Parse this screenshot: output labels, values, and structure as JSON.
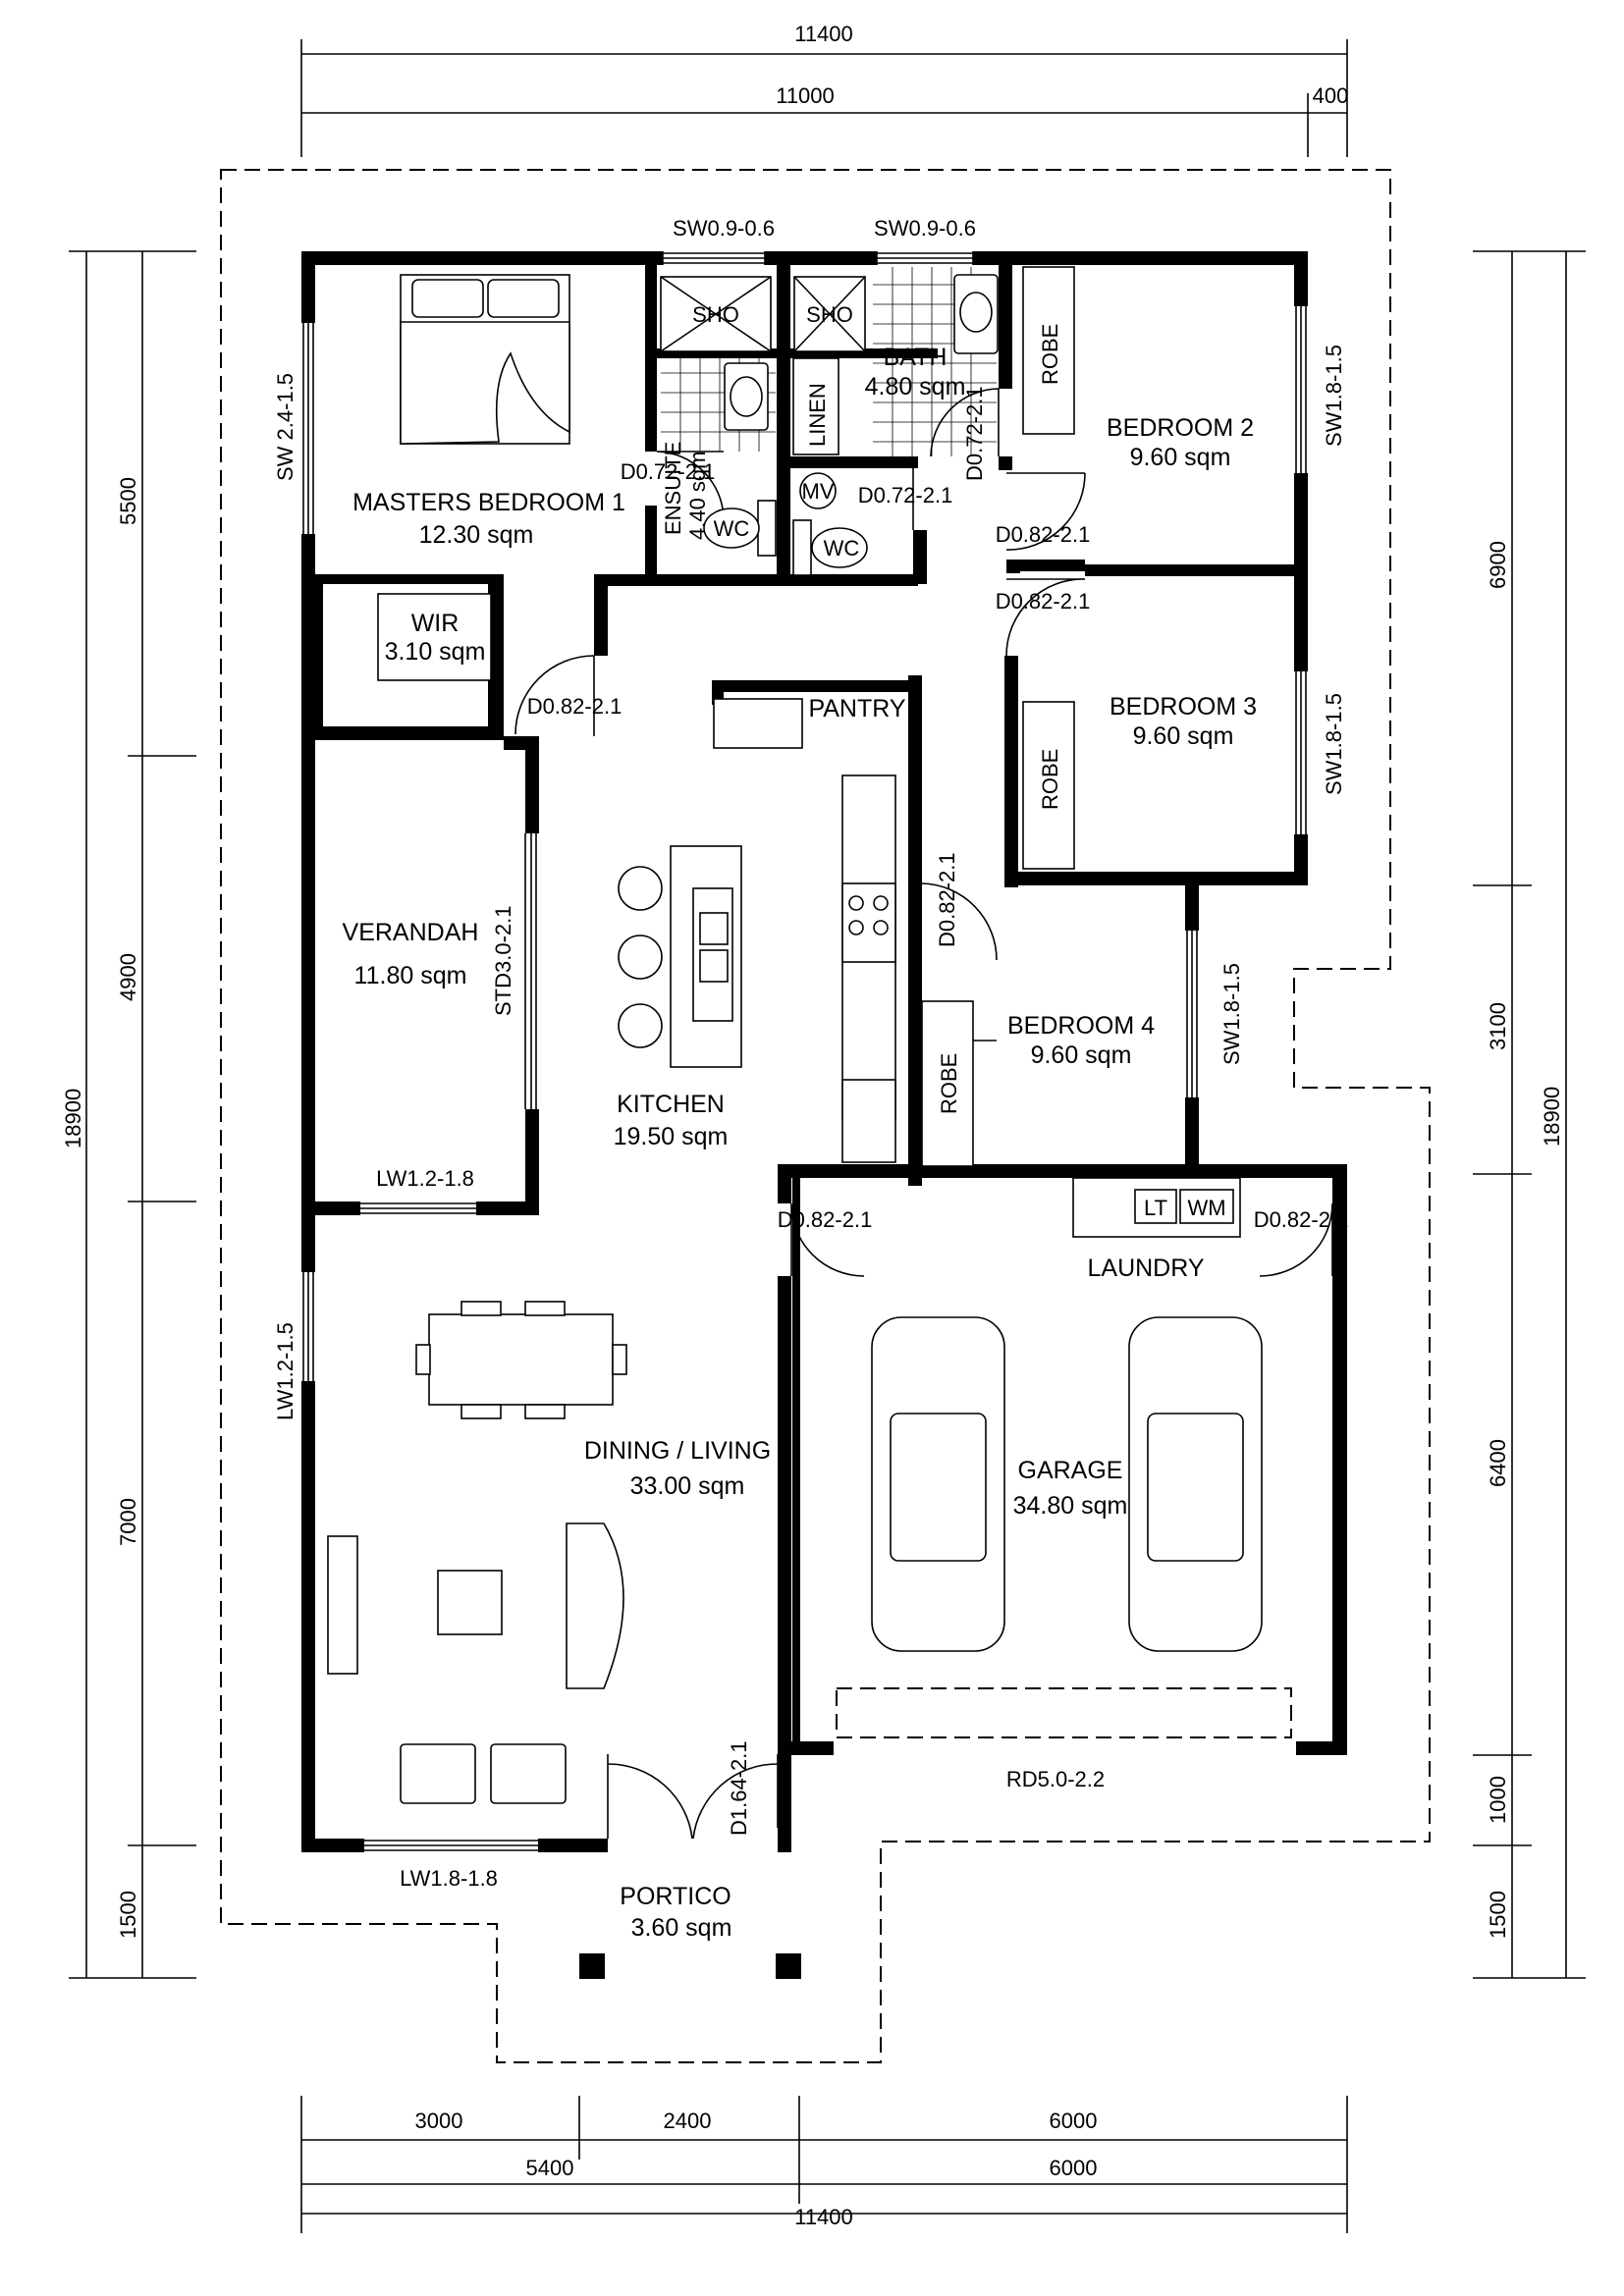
{
  "rooms": {
    "masters_bedroom": {
      "name": "MASTERS BEDROOM 1",
      "area": "12.30  sqm"
    },
    "wir": {
      "name": "WIR",
      "area": "3.10 sqm"
    },
    "ensuite": {
      "name": "ENSUITE",
      "area": "4.40 sqm"
    },
    "bath": {
      "name": "BATH",
      "area": "4.80 sqm"
    },
    "bedroom2": {
      "name": "BEDROOM  2",
      "area": "9.60 sqm"
    },
    "bedroom3": {
      "name": "BEDROOM  3",
      "area": "9.60 sqm"
    },
    "bedroom4": {
      "name": "BEDROOM  4",
      "area": "9.60 sqm"
    },
    "verandah": {
      "name": "VERANDAH",
      "area": "11.80  sqm"
    },
    "kitchen": {
      "name": "KITCHEN",
      "area": "19.50 sqm"
    },
    "pantry": {
      "name": "PANTRY"
    },
    "laundry": {
      "name": "LAUNDRY"
    },
    "dining_living": {
      "name": "DINING / LIVING",
      "area": "33.00 sqm"
    },
    "garage": {
      "name": "GARAGE",
      "area": "34.80 sqm"
    },
    "portico": {
      "name": "PORTICO",
      "area": "3.60 sqm"
    }
  },
  "fixtures": {
    "sho": "SHO",
    "linen": "LINEN",
    "robe": "ROBE",
    "wc": "WC",
    "mv": "MV",
    "lt": "LT",
    "wm": "WM"
  },
  "openings": {
    "sw_ensuite": "SW0.9-0.6",
    "sw_bath": "SW0.9-0.6",
    "sw_master": "SW 2.4-1.5",
    "sw_bed2": "SW1.8-1.5",
    "sw_bed3": "SW1.8-1.5",
    "sw_bed4": "SW1.8-1.5",
    "d_ensuite": "D0.72-2.1",
    "d_bath": "D0.72-2.1",
    "d_wc": "D0.72-2.1",
    "d_bed2": "D0.82-2.1",
    "d_bed3": "D0.82-2.1",
    "d_master": "D0.82-2.1",
    "d_bed4": "D0.82-2.1",
    "d_laundry_left": "D0.82-2.1",
    "d_laundry_right": "D0.82-2.1",
    "std_verandah": "STD3.0-2.1",
    "lw_verandah": "LW1.2-1.8",
    "lw_living_side": "LW1.2-1.5",
    "lw_living_bottom": "LW1.8-1.8",
    "d_entry": "D1.64-2.1",
    "rd_garage": "RD5.0-2.2"
  },
  "dimensions": {
    "top_overall": "11400",
    "top_main": "11000",
    "top_offset": "400",
    "left_overall": "18900",
    "left_1": "5500",
    "left_2": "4900",
    "left_3": "7000",
    "left_4": "1500",
    "right_overall": "18900",
    "right_1": "6900",
    "right_2": "3100",
    "right_3": "6400",
    "right_4": "1000",
    "right_5": "1500",
    "bottom_1a": "3000",
    "bottom_1b": "2400",
    "bottom_1c": "6000",
    "bottom_2a": "5400",
    "bottom_2b": "6000",
    "bottom_overall": "11400"
  }
}
